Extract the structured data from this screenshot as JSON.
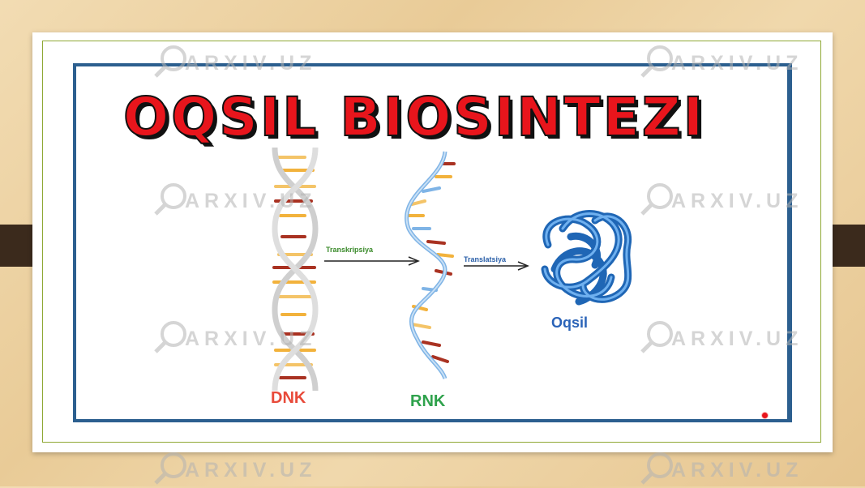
{
  "slide": {
    "title": "OQSIL BIOSINTEZI",
    "labels": {
      "dna": "DNK",
      "rna": "RNK",
      "protein": "Oqsil",
      "transcription": "Transkripsiya",
      "translation": "Translatsiya"
    }
  },
  "watermark": {
    "text": "ARXIV.UZ"
  },
  "colors": {
    "title_red": "#e8151c",
    "board_border": "#2c5f8f",
    "dna_label": "#e84a3a",
    "rna_label": "#2fa24c",
    "protein_blue": "#2a63b8"
  },
  "icons": [
    "magnifier-icon",
    "arrow-right-icon",
    "record-dot-icon"
  ]
}
